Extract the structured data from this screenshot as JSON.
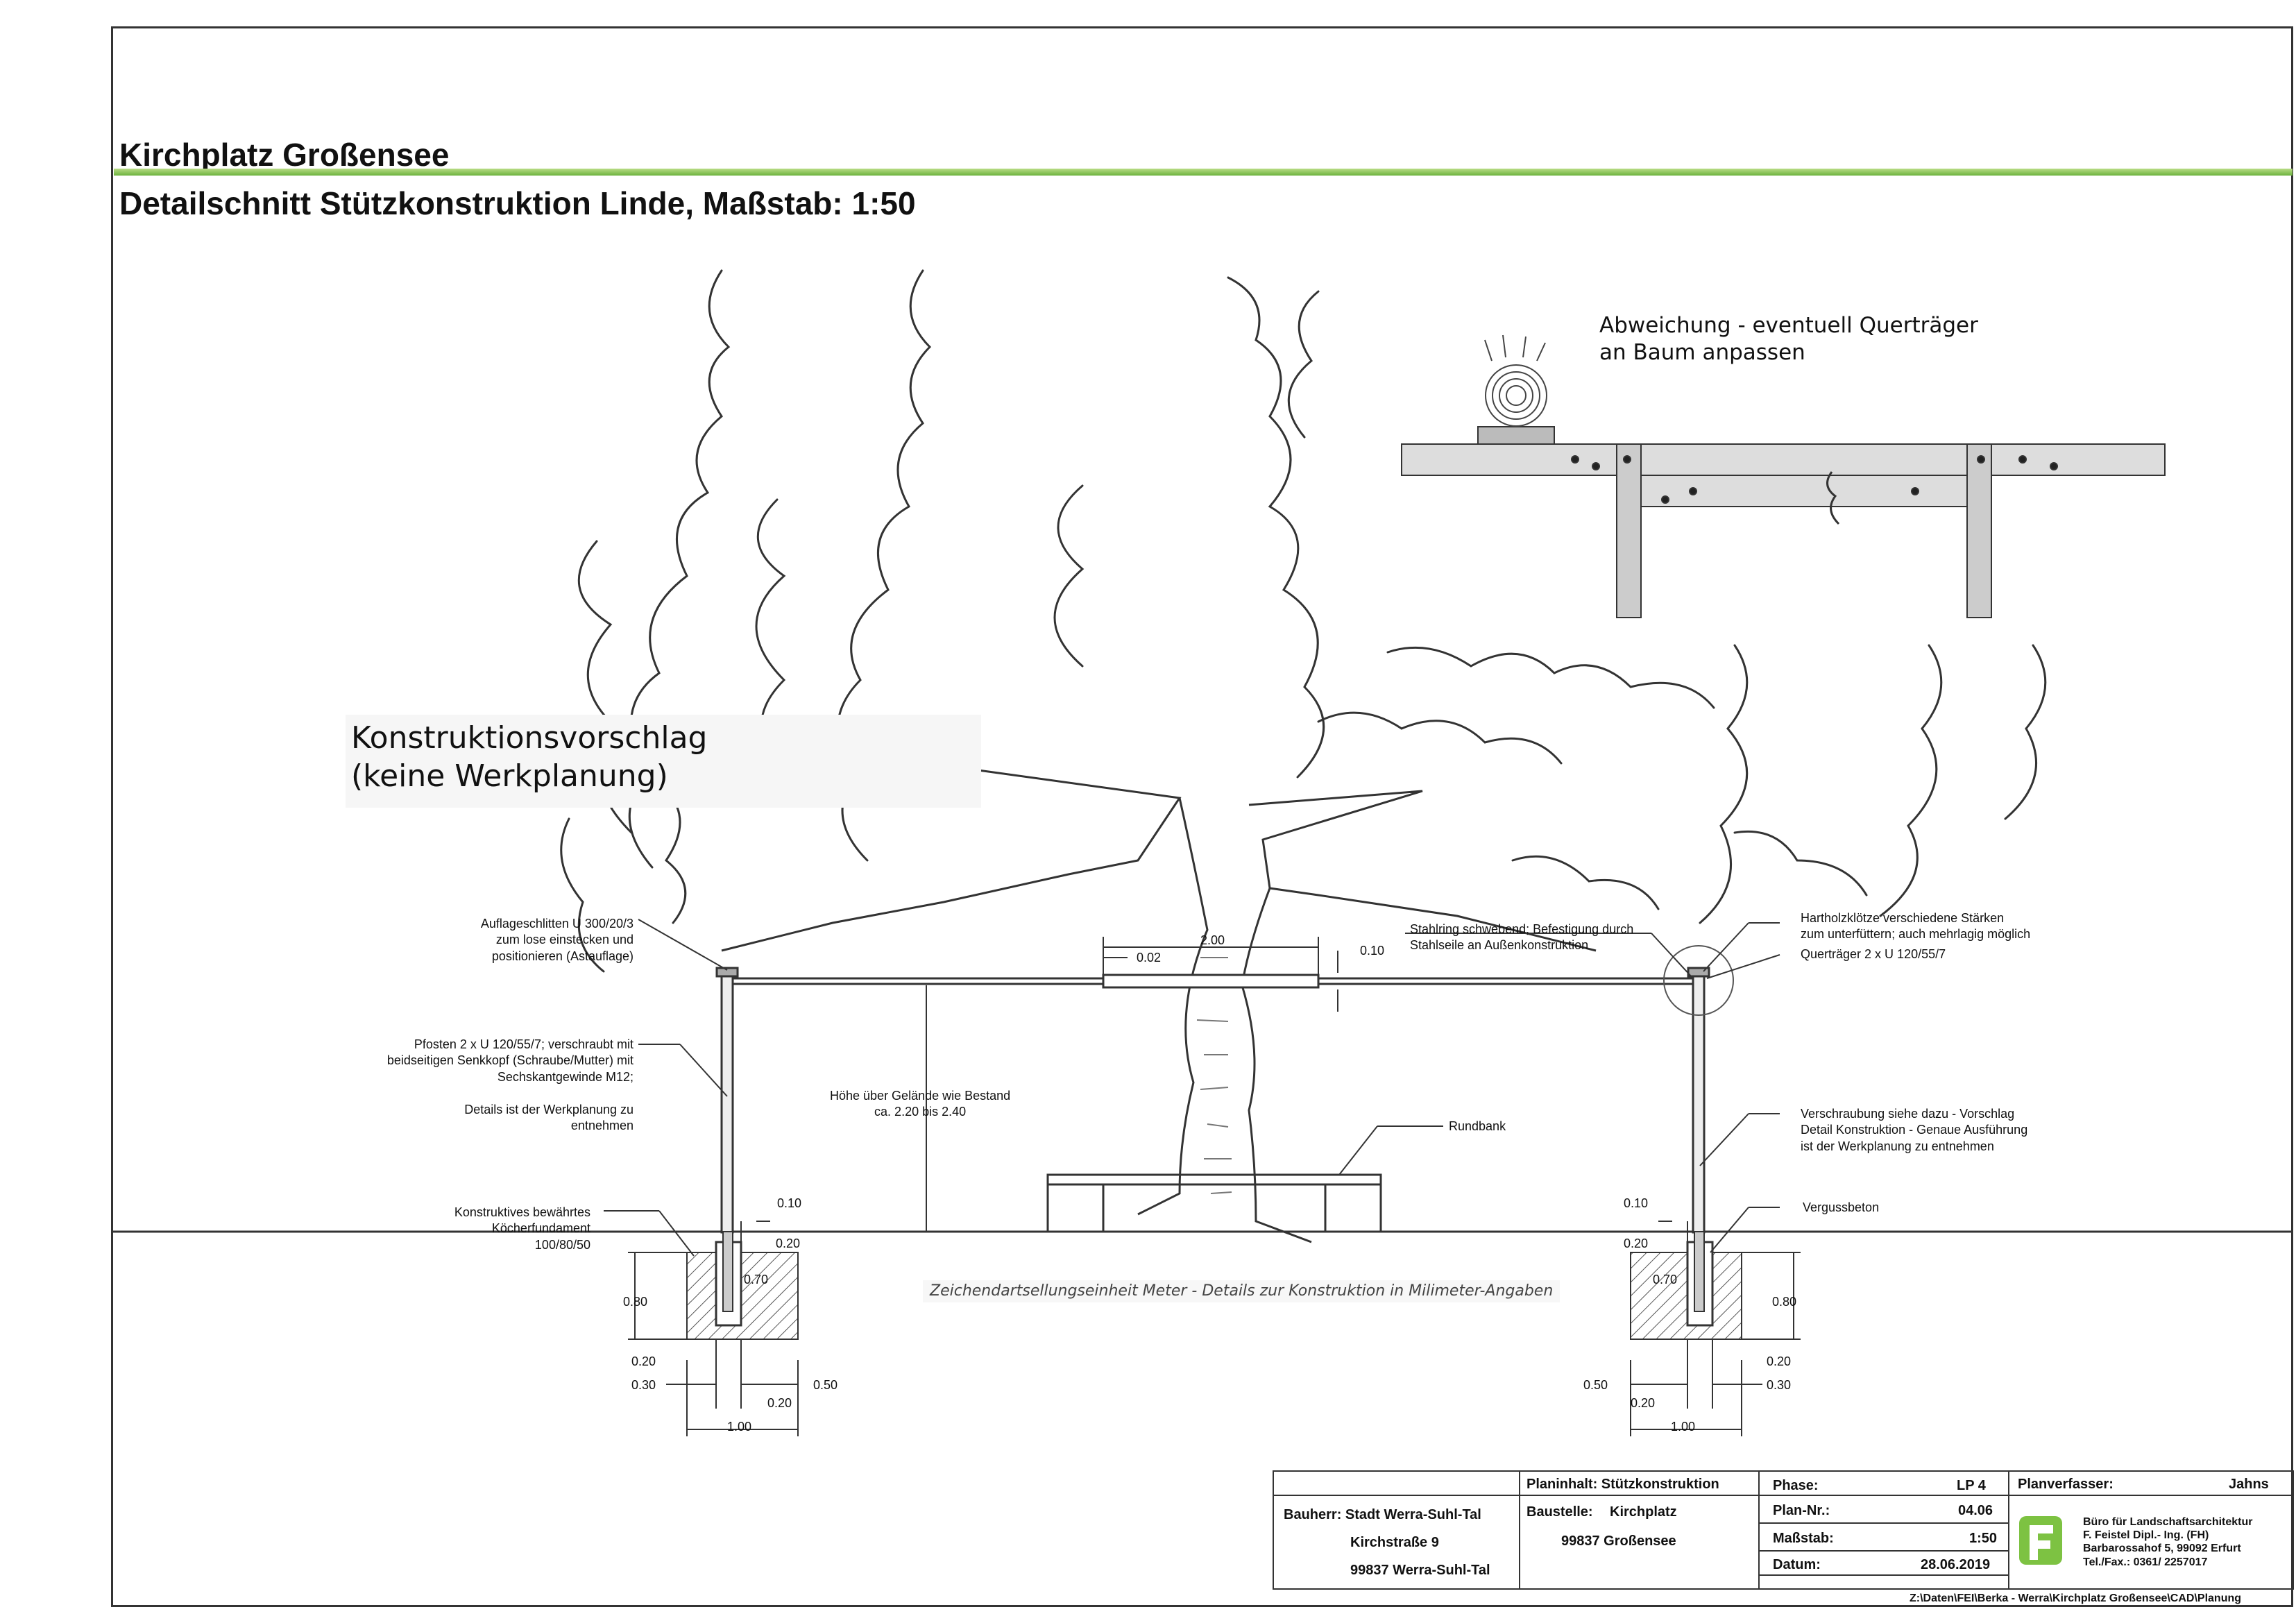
{
  "title": {
    "project": "Kirchplatz Großensee",
    "detail": "Detailschnitt Stützkonstruktion Linde, Maßstab: 1:50"
  },
  "notes": {
    "deviation_line1": "Abweichung - eventuell Querträger",
    "deviation_line2": "an Baum anpassen",
    "proposal_line1": "Konstruktionsvorschlag",
    "proposal_line2": "(keine Werkplanung)",
    "units": "Zeichendartsellungseinheit Meter - Details zur Konstruktion in Milimeter-Angaben"
  },
  "labels": {
    "auflage": [
      "Auflageschlitten U 300/20/3",
      "zum lose einstecken und",
      "positionieren (Astauflage)"
    ],
    "pfosten": [
      "Pfosten 2 x U 120/55/7; verschraubt mit",
      "beidseitigen Senkkopf (Schraube/Mutter) mit",
      "Sechskantgewinde M12;"
    ],
    "details": [
      "Details ist der Werkplanung zu",
      "entnehmen"
    ],
    "fundament": [
      "Konstruktives bewährtes",
      "Köcherfundament",
      "100/80/50"
    ],
    "stahlring": [
      "Stahlring schwebend; Befestigung durch",
      "Stahlseile an Außenkonstruktion"
    ],
    "hartholz": [
      "Hartholzklötze verschiedene Stärken",
      "zum unterfüttern; auch mehrlagig möglich"
    ],
    "quertraeger": "Querträger 2 x U 120/55/7",
    "hoehe": [
      "Höhe über Gelände wie Bestand",
      "ca. 2.20 bis 2.40"
    ],
    "rundbank": "Rundbank",
    "verschraubung": [
      "Verschraubung siehe dazu - Vorschlag",
      "Detail Konstruktion - Genaue Ausführung",
      "ist der Werkplanung zu entnehmen"
    ],
    "verguss": "Vergussbeton"
  },
  "dimensions": {
    "top_2_00": "2.00",
    "top_0_02": "0.02",
    "top_0_10": "0.10",
    "l_0_10": "0.10",
    "l_0_20_top": "0.20",
    "l_0_70": "0.70",
    "l_0_80": "0.80",
    "l_0_20": "0.20",
    "l_0_30": "0.30",
    "l_0_50": "0.50",
    "l_0_20_b": "0.20",
    "l_1_00": "1.00",
    "r_0_10": "0.10",
    "r_0_20_top": "0.20",
    "r_0_70": "0.70",
    "r_0_80": "0.80",
    "r_0_20": "0.20",
    "r_0_30": "0.30",
    "r_0_50": "0.50",
    "r_0_20_b": "0.20",
    "r_1_00": "1.00"
  },
  "titleblock": {
    "planinhalt": "Planinhalt: Stützkonstruktion",
    "bauherr": "Bauherr: Stadt Werra-Suhl-Tal",
    "bauherr_street": "Kirchstraße 9",
    "bauherr_city": "99837 Werra-Suhl-Tal",
    "baustelle_label": "Baustelle:",
    "baustelle": "Kirchplatz",
    "baustelle_city": "99837 Großensee",
    "phase_label": "Phase:",
    "phase": "LP 4",
    "plannr_label": "Plan-Nr.:",
    "plannr": "04.06",
    "massstab_label": "Maßstab:",
    "massstab": "1:50",
    "datum_label": "Datum:",
    "datum": "28.06.2019",
    "planverfasser_label": "Planverfasser:",
    "planverfasser": "Jahns",
    "office": [
      "Büro für Landschaftsarchitektur",
      "F. Feistel Dipl.- Ing. (FH)",
      "Barbarossahof 5, 99092 Erfurt",
      "Tel./Fax.: 0361/ 2257017"
    ],
    "path": "Z:\\Daten\\FEI\\Berka - Werra\\Kirchplatz Großensee\\CAD\\Planung"
  },
  "colors": {
    "accent_green": "#6cb33e",
    "logo_green": "#7dc242",
    "line": "#222222",
    "steel": "#c8c8c8"
  }
}
